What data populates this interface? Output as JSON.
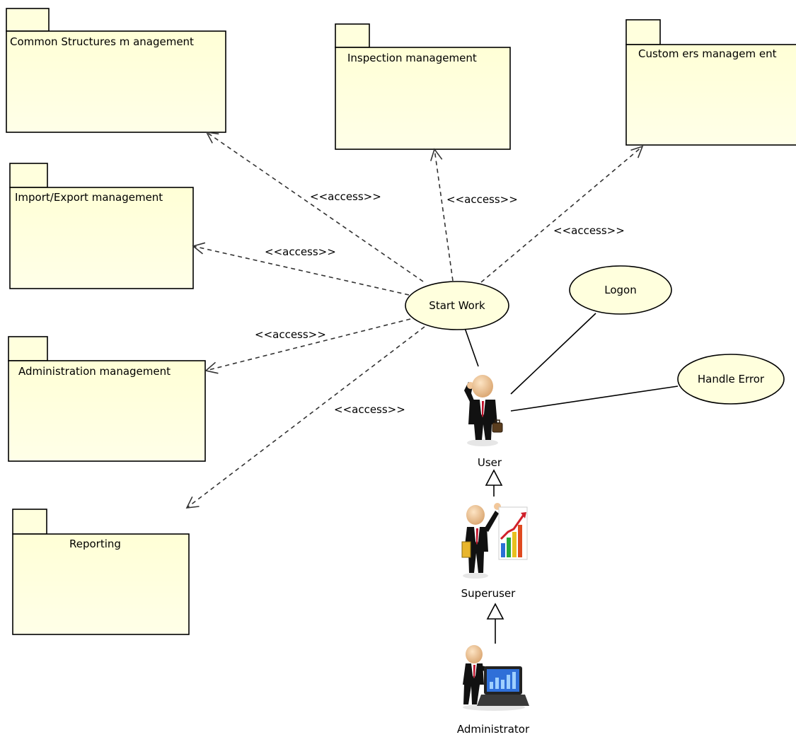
{
  "packages": {
    "common_structures": "Common Structures m anagement",
    "inspection": "Inspection management",
    "customers": "Custom ers managem ent",
    "import_export": "Import/Export management",
    "administration": "Administration management",
    "reporting": "Reporting"
  },
  "stereotypes": {
    "access_common": "<<access>>",
    "access_inspection": "<<access>>",
    "access_customers": "<<access>>",
    "access_import": "<<access>>",
    "access_admin": "<<access>>",
    "access_reporting": "<<access>>"
  },
  "use_cases": {
    "start_work": "Start Work",
    "logon": "Logon",
    "handle_error": "Handle Error"
  },
  "actors": {
    "user": "User",
    "superuser": "Superuser",
    "administrator": "Administrator"
  },
  "colors": {
    "package_fill": "#ffffdd",
    "use_case_fill": "#ffffdd",
    "line": "#000000",
    "suit": "#111111",
    "tie": "#c0102a",
    "skin": "#f2c79a"
  },
  "icons": {
    "user": "businessman-phone-icon",
    "superuser": "businessman-chart-icon",
    "administrator": "businessman-laptop-icon"
  }
}
